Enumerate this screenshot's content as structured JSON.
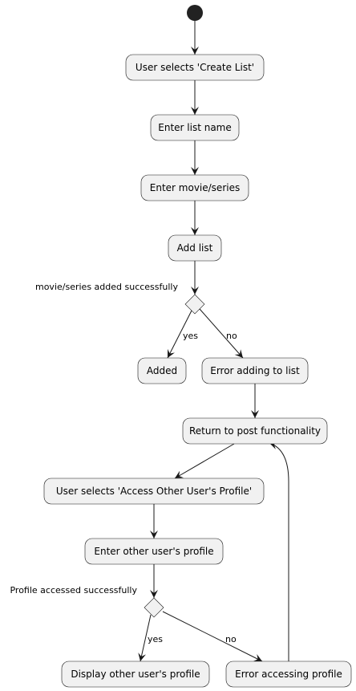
{
  "diagram": {
    "nodes": {
      "create_list": "User selects 'Create List'",
      "enter_list_name": "Enter list name",
      "enter_movie": "Enter movie/series",
      "add_list": "Add list",
      "added": "Added",
      "error_adding": "Error adding to list",
      "return_post": "Return to post functionality",
      "access_profile": "User selects 'Access Other User's Profile'",
      "enter_profile": "Enter other user's profile",
      "display_profile": "Display other user's profile",
      "error_accessing": "Error accessing profile"
    },
    "decisions": {
      "d1": "movie/series added successfully",
      "d2": "Profile accessed successfully"
    },
    "edge_labels": {
      "d1_yes": "yes",
      "d1_no": "no",
      "d2_yes": "yes",
      "d2_no": "no"
    },
    "colors": {
      "node_fill": "#f1f1f1",
      "stroke": "#181818",
      "start": "#222222"
    }
  }
}
